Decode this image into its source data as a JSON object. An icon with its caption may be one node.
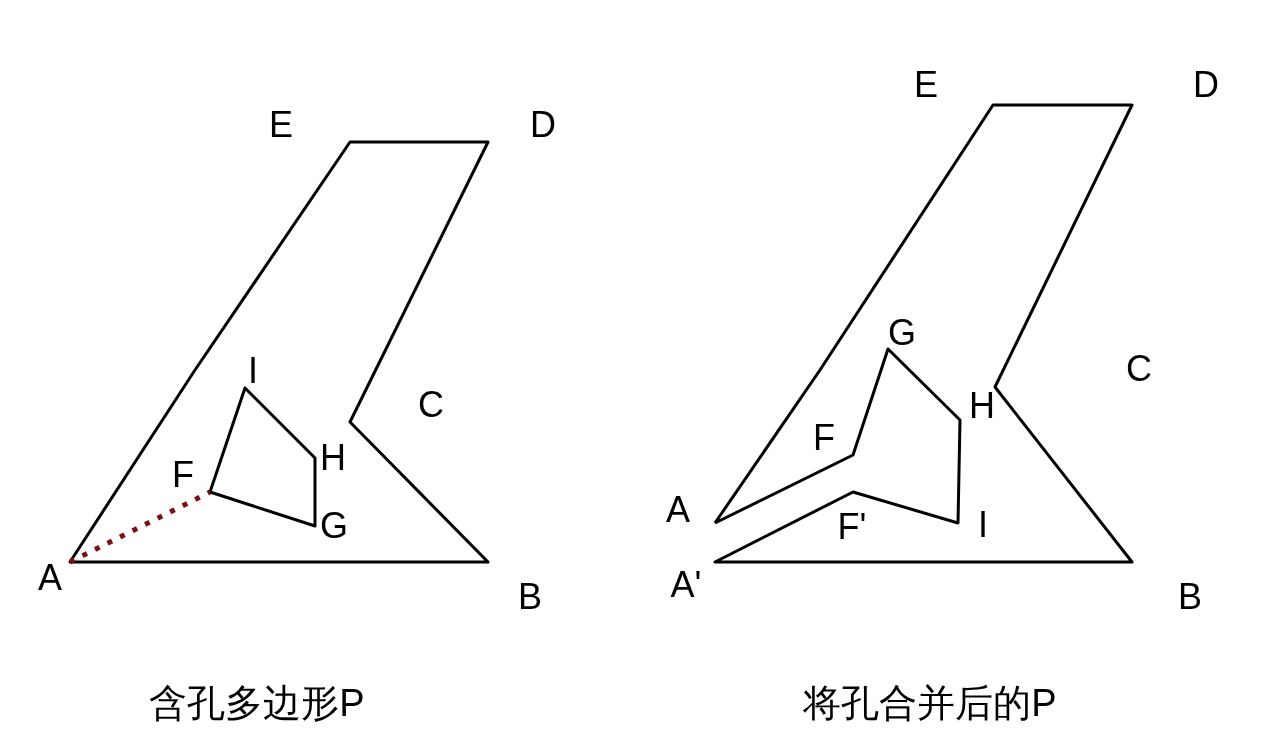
{
  "diagram": {
    "labels": [
      "E",
      "D",
      "I",
      "C",
      "H",
      "F",
      "G",
      "A",
      "B",
      "含孔多边形P",
      "E",
      "D",
      "G",
      "C",
      "H",
      "F",
      "A",
      "F'",
      "I",
      "A'",
      "B",
      "将孔合并后的P"
    ]
  }
}
